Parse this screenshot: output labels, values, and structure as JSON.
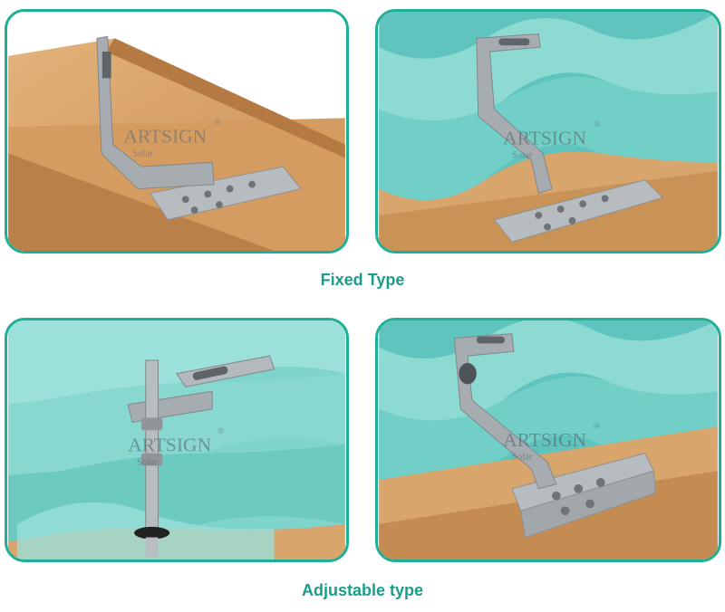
{
  "captions": {
    "fixed": "Fixed Type",
    "adjustable": "Adjustable type"
  },
  "watermark": {
    "brand": "ARTSIGN",
    "sub": "Solar",
    "reg": "®"
  },
  "colors": {
    "frame": "#1fae96",
    "caption": "#1a9e8a",
    "wood": "#d8a56c",
    "tile": "#7fd4cc",
    "steel": "#a9aeb2"
  }
}
